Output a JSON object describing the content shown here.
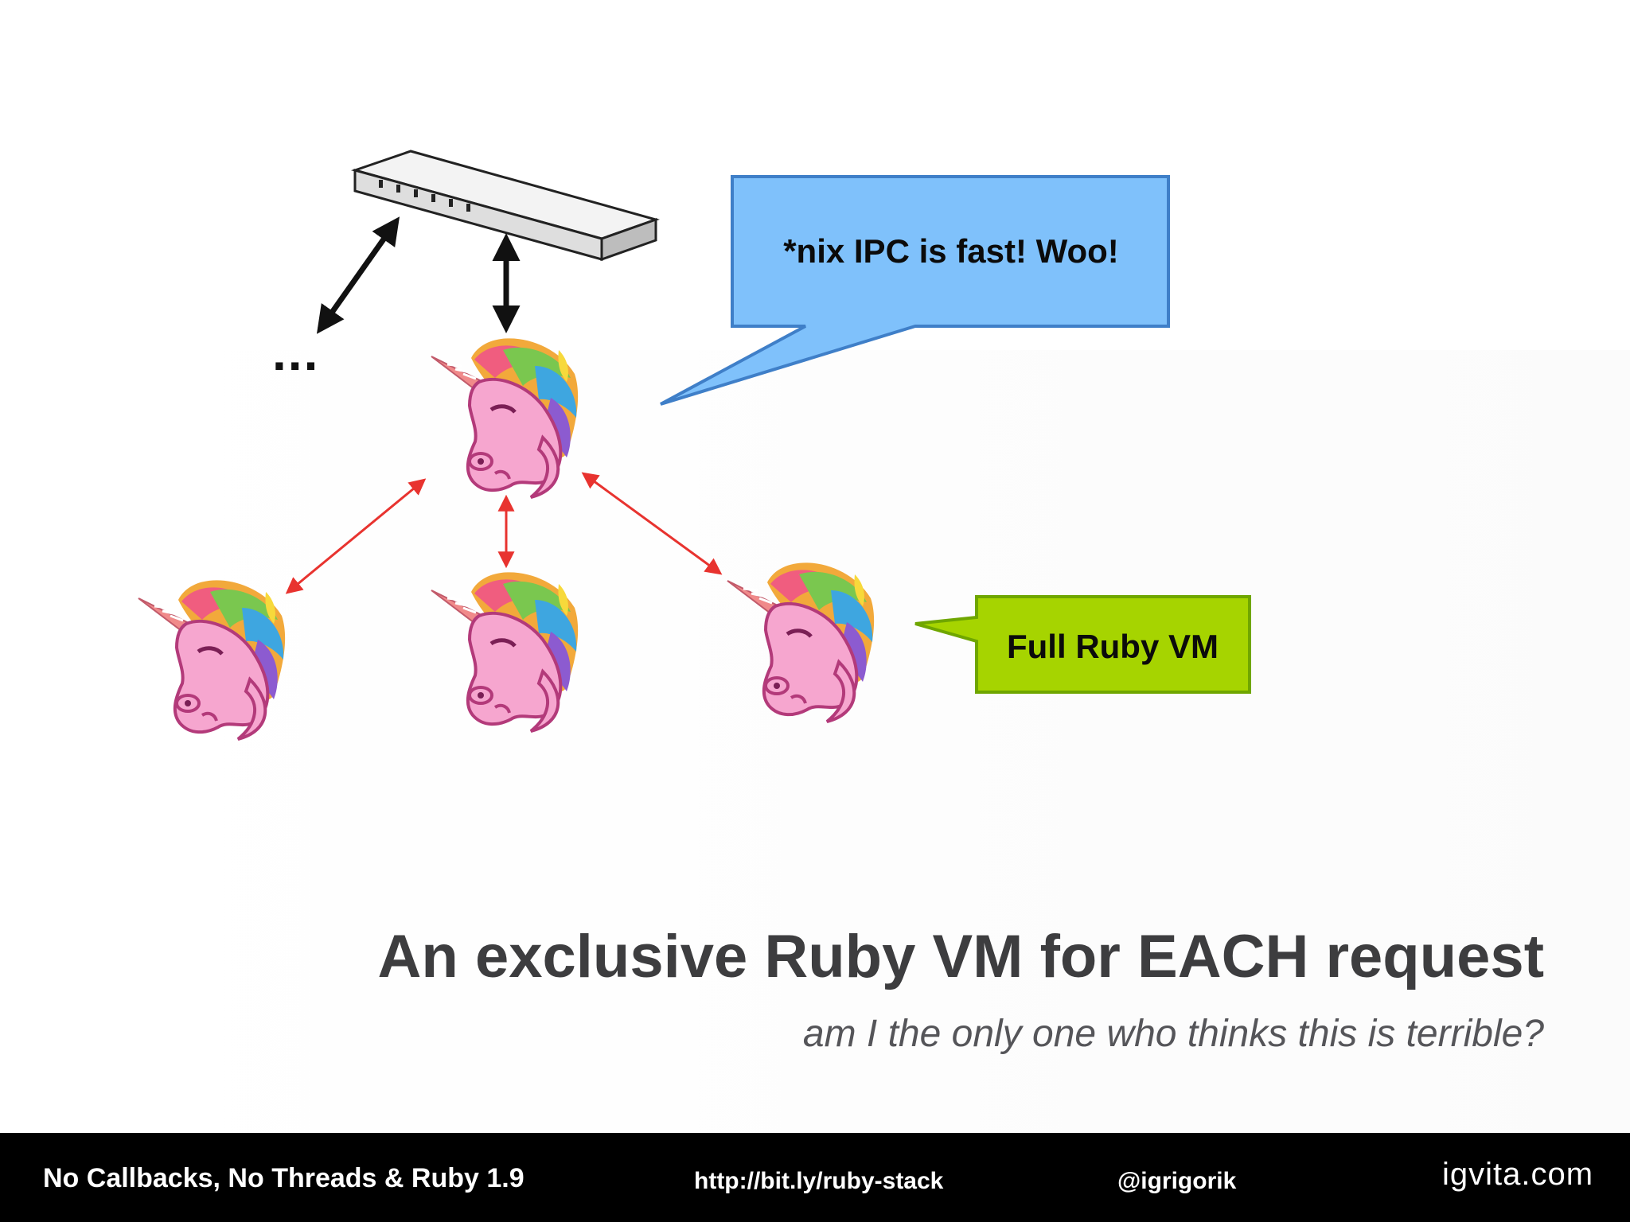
{
  "diagram": {
    "more_nodes_label": "...",
    "ipc_callout": "*nix IPC is fast!  Woo!",
    "vm_callout": "Full Ruby VM"
  },
  "slide": {
    "title": "An exclusive Ruby VM for EACH request",
    "subtitle": "am I the only one who thinks this is terrible?"
  },
  "footer": {
    "talk_title": "No Callbacks, No Threads & Ruby 1.9",
    "url": "http://bit.ly/ruby-stack",
    "handle": "@igrigorik",
    "site": "igvita.com"
  },
  "icons": [
    "network-switch-icon",
    "unicorn-icon"
  ],
  "colors": {
    "ipc_callout_fill": "#7fc1fb",
    "ipc_callout_border": "#3f7fc8",
    "vm_callout_fill": "#a6d400",
    "vm_callout_border": "#6fa600",
    "master_arrow": "#111111",
    "worker_arrow": "#e8332f",
    "footer_bg": "#000000"
  }
}
